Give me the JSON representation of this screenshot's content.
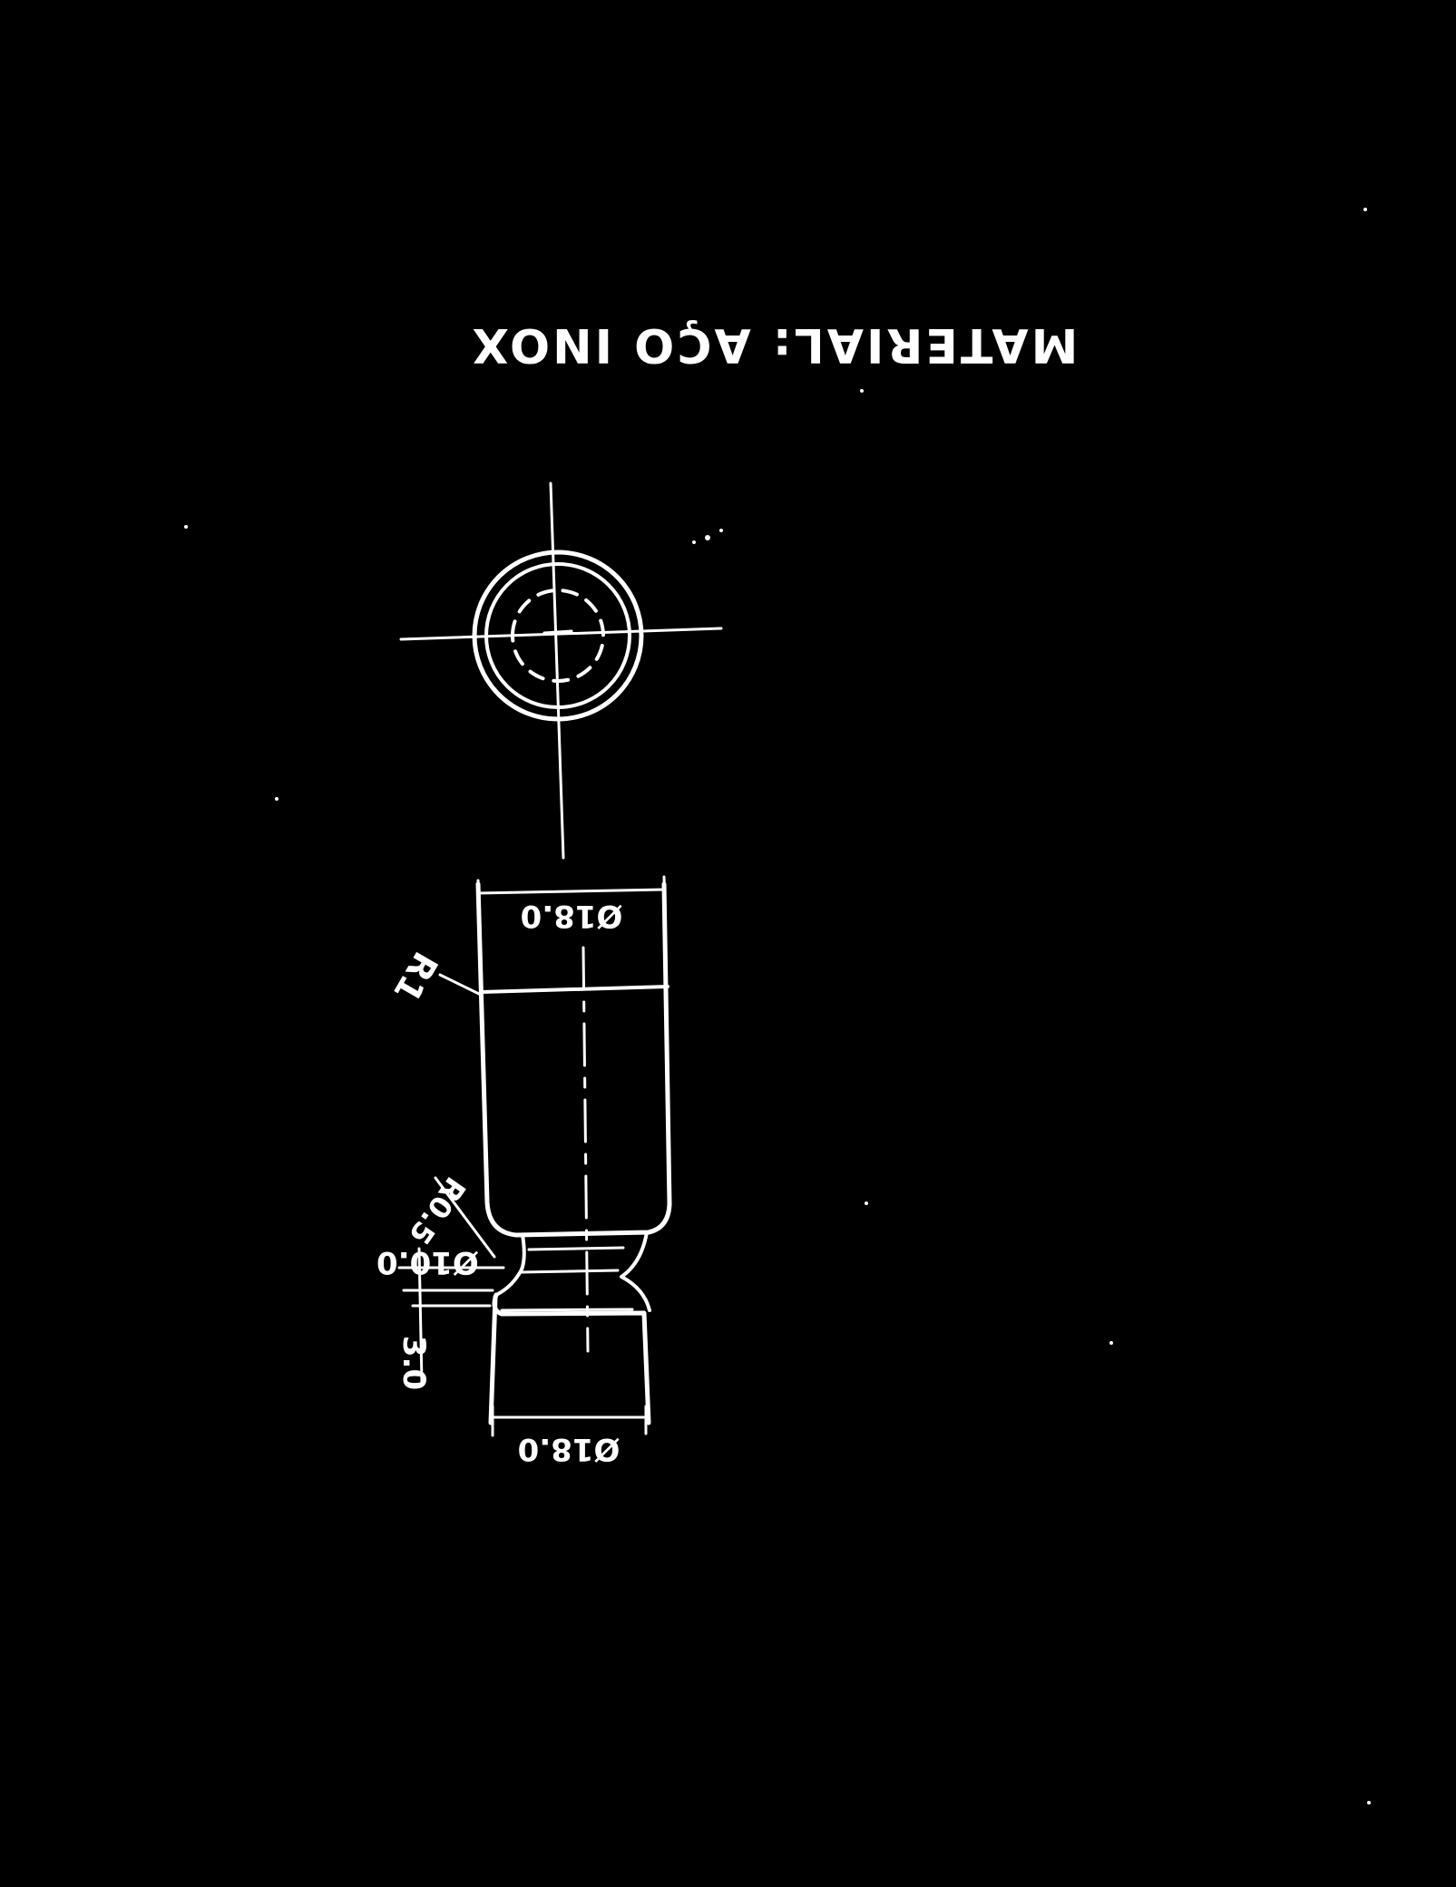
{
  "material_note": "MATERIAL: AÇO INOX",
  "dimensions": {
    "top_diameter": "Ø18.0",
    "neck_diameter": "Ø10.0",
    "bottom_diameter": "Ø18.0",
    "bottom_length": "3.0",
    "radius": "R1",
    "chamfer": "R0.5"
  },
  "colors": {
    "background": "#000000",
    "ink": "#ffffff"
  },
  "orientation": "drawing is rotated 180° (upside-down)"
}
